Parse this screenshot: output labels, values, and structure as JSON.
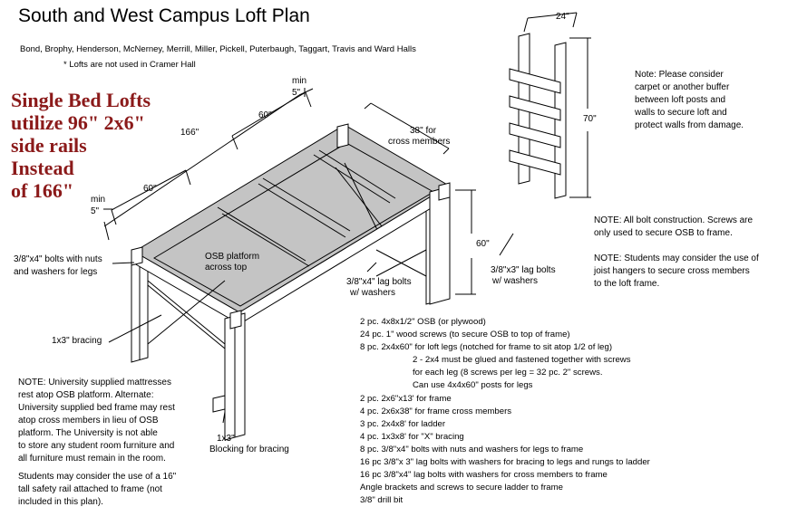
{
  "title": "South and West Campus Loft Plan",
  "halls": "Bond, Brophy, Henderson, McNerney, Merrill, Miller, Pickell, Puterbaugh, Taggart, Travis and Ward Halls",
  "cramer_note": "* Lofts are not used in Cramer Hall",
  "single_bed": [
    "Single Bed Lofts",
    "utilize 96\" 2x6\"",
    "side rails",
    "Instead",
    "of 166\""
  ],
  "dimensions": {
    "d166": "166\"",
    "d60_top": "60\"",
    "d60_left": "60\"",
    "d60_height": "60\"",
    "min_top": "min",
    "five_top": "5\"",
    "min_left": "min",
    "five_left": "5\"",
    "d38": "38\" for",
    "d38b": "cross members",
    "ladder_width": "24\"",
    "ladder_height": "70\""
  },
  "labels": {
    "osb": [
      "OSB platform",
      "across top"
    ],
    "bolts_legs": [
      "3/8\"x4\" bolts with nuts",
      "and washers for legs"
    ],
    "lag_bolts_4": [
      "3/8\"x4\" lag bolts",
      "w/ washers"
    ],
    "lag_bolts_3": [
      "3/8\"x3\" lag bolts",
      "w/ washers"
    ],
    "bracing": "1x3\" bracing",
    "blocking": [
      "1x3\"",
      "Blocking for bracing"
    ]
  },
  "notes": {
    "carpet": [
      "Note: Please consider",
      "carpet or another buffer",
      "between loft posts and",
      "walls to secure loft and",
      "protect walls from damage."
    ],
    "bolt": [
      "NOTE: All bolt construction. Screws are",
      "only used to secure OSB to frame."
    ],
    "joist": [
      "NOTE: Students may consider the use of",
      "joist hangers to secure cross members",
      "to the loft frame."
    ],
    "mattress": [
      "NOTE: University supplied mattresses",
      "rest atop OSB platform. Alternate:",
      "University supplied bed frame may rest",
      "atop cross members in lieu of OSB",
      "platform. The University is not able",
      "to store any student room furniture and",
      "all furniture must remain in the room."
    ],
    "rail": [
      "Students may consider the use of a 16\"",
      "tall safety rail attached to frame (not",
      "included in this plan)."
    ]
  },
  "materials": [
    {
      "text": "2 pc. 4x8x1/2\" OSB (or plywood)",
      "indent": false
    },
    {
      "text": "24 pc. 1\" wood screws (to secure OSB to top of frame)",
      "indent": false
    },
    {
      "text": "8 pc. 2x4x60\" for loft legs (notched for frame to sit atop 1/2 of leg)",
      "indent": false
    },
    {
      "text": "2 - 2x4 must be glued and fastened together with screws",
      "indent": true
    },
    {
      "text": "for each leg (8 screws per leg = 32 pc. 2\" screws.",
      "indent": true
    },
    {
      "text": "Can use 4x4x60\" posts for legs",
      "indent": true
    },
    {
      "text": "2 pc. 2x6\"x13' for frame",
      "indent": false
    },
    {
      "text": "4 pc. 2x6x38\" for frame cross members",
      "indent": false
    },
    {
      "text": "3 pc. 2x4x8' for ladder",
      "indent": false
    },
    {
      "text": "4 pc. 1x3x8' for \"X\" bracing",
      "indent": false
    },
    {
      "text": "8 pc. 3/8\"x4\" bolts with nuts and washers for legs to frame",
      "indent": false
    },
    {
      "text": "16 pc 3/8\"x 3\" lag bolts with washers for bracing to legs and rungs to ladder",
      "indent": false
    },
    {
      "text": "16 pc 3/8\"x4\" lag bolts with washers for cross members to frame",
      "indent": false
    },
    {
      "text": "Angle brackets and screws to secure ladder to frame",
      "indent": false
    },
    {
      "text": "3/8\" drill bit",
      "indent": false
    }
  ],
  "colors": {
    "platform": "#c4c4c4",
    "accent_text": "#8b1a1a",
    "line": "#000000"
  }
}
